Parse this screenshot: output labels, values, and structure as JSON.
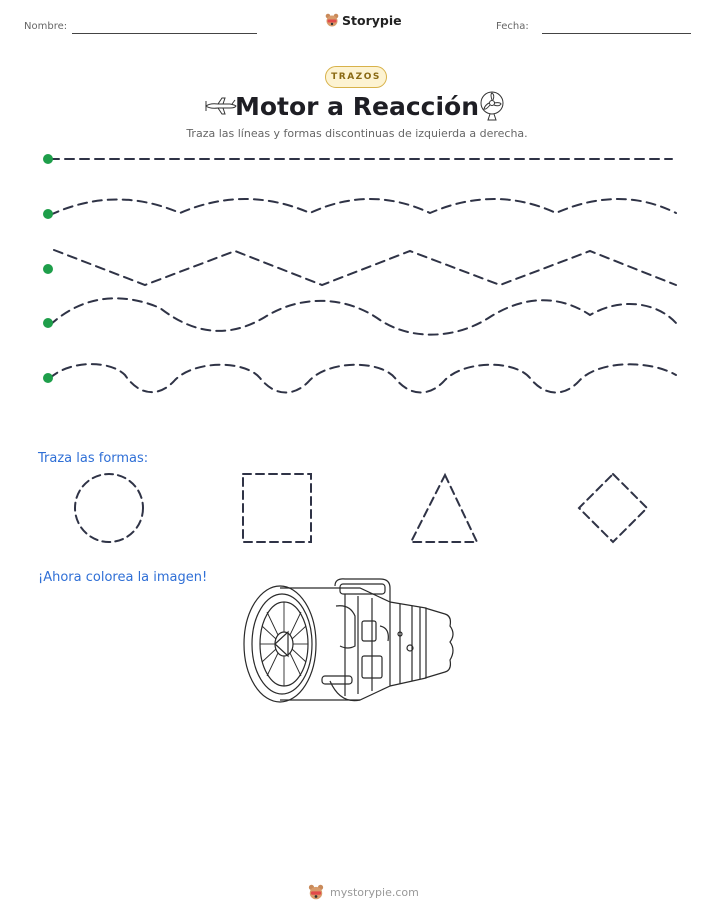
{
  "header": {
    "name_label": "Nombre:",
    "date_label": "Fecha:",
    "brand": "Storypie"
  },
  "badge": "TRAZOS",
  "title": "Motor a Reacción",
  "subtitle": "Traza las líneas y formas discontinuas de izquierda a derecha.",
  "trace_rows": [
    "straight-line",
    "soft-wave",
    "zigzag",
    "wave",
    "bumpy-wave"
  ],
  "shapes_section": {
    "label": "Traza las formas:",
    "shapes": [
      "circle",
      "square",
      "triangle",
      "diamond"
    ]
  },
  "color_section": {
    "label": "¡Ahora colorea la imagen!",
    "image": "jet-engine-icon"
  },
  "footer": {
    "text": "mystorypie.com"
  },
  "colors": {
    "start_dot": "#1e9e4a",
    "dash": "#2f3346",
    "section_label": "#2f6fd6",
    "badge_border": "#d8b24a",
    "badge_fill": "#fdf3d2"
  }
}
